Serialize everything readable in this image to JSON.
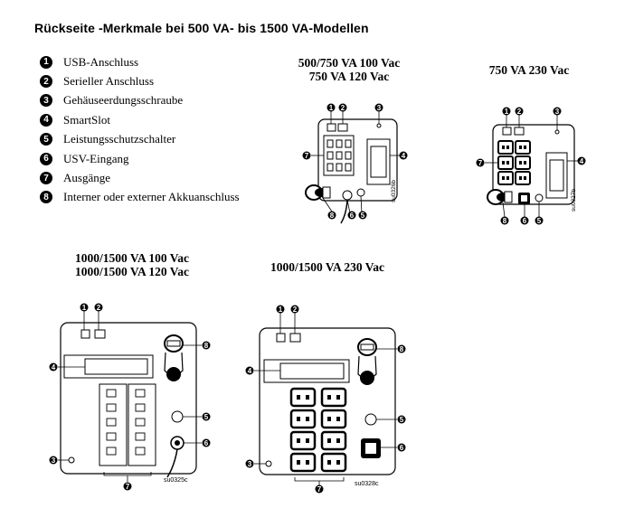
{
  "title": "Rückseite -Merkmale bei 500 VA- bis 1500 VA-Modellen",
  "legend": [
    {
      "n": "1",
      "label": "USB-Anschluss"
    },
    {
      "n": "2",
      "label": "Serieller Anschluss"
    },
    {
      "n": "3",
      "label": "Gehäuseerdungsschraube"
    },
    {
      "n": "4",
      "label": "SmartSlot"
    },
    {
      "n": "5",
      "label": "Leistungsschutzschalter"
    },
    {
      "n": "6",
      "label": "USV-Eingang"
    },
    {
      "n": "7",
      "label": "Ausgänge"
    },
    {
      "n": "8",
      "label": "Interner oder externer Akkuanschluss"
    }
  ],
  "panels": {
    "p1": {
      "line1": "500/750 VA 100 Vac",
      "line2": "750 VA 120 Vac",
      "code": "su0326b"
    },
    "p2": {
      "line1": "750 VA 230 Vac",
      "code": "su0327b"
    },
    "p3": {
      "line1": "1000/1500 VA 100 Vac",
      "line2": "1000/1500 VA 120 Vac",
      "code": "su0325c"
    },
    "p4": {
      "line1": "1000/1500 VA 230 Vac",
      "code": "su0328c"
    }
  }
}
